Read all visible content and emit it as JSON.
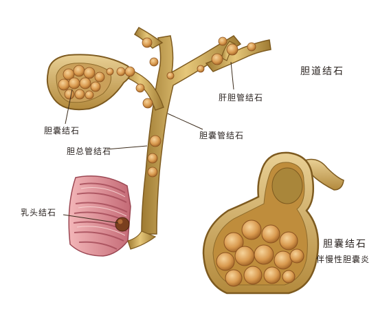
{
  "labels": {
    "biliary_stones": "胆道结石",
    "intrahepatic_duct_stones": "肝胆管结石",
    "cystic_duct_stones": "胆囊管结石",
    "gallbladder_stones_left": "胆囊结石",
    "common_bile_duct_stones": "胆总管结石",
    "papilla_stones": "乳头结石",
    "gallbladder_stones_right": "胆囊结石",
    "chronic_cholecystitis_note": "伴慢性胆囊炎"
  }
}
